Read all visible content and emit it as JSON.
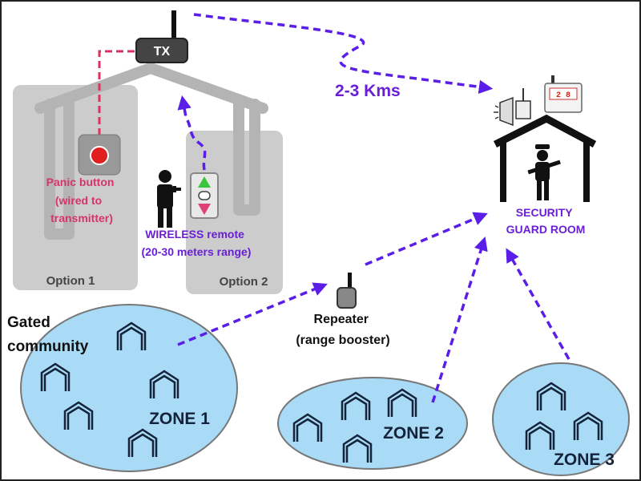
{
  "transmitter": {
    "label": "TX"
  },
  "distance_label": "2-3 Kms",
  "options": [
    {
      "label": "Option 1"
    },
    {
      "label": "Option 2"
    }
  ],
  "panic_button": {
    "lines": [
      "Panic button",
      "(wired to",
      "transmitter)"
    ]
  },
  "wireless_remote": {
    "lines": [
      "WIRELESS remote",
      "(20-30 meters range)"
    ]
  },
  "guard_room": {
    "lines": [
      "SECURITY",
      "GUARD ROOM"
    ],
    "alarm_display": "2 8"
  },
  "repeater": {
    "lines": [
      "Repeater",
      "(range booster)"
    ]
  },
  "community": {
    "lines": [
      "Gated",
      "community"
    ]
  },
  "zones": [
    {
      "label": "ZONE 1"
    },
    {
      "label": "ZONE 2"
    },
    {
      "label": "ZONE 3"
    }
  ],
  "colors": {
    "signal": "#5a1ee8",
    "panic": "#d6336c",
    "remote_text": "#6a1fd6",
    "zone_fill": "#a9daf6",
    "zone_stroke": "#777777",
    "house_stroke": "#14233a",
    "option_panel": "#cccccc",
    "button_red": "#e02020",
    "remote_up": "#3cc43c",
    "remote_down": "#e0407a"
  }
}
